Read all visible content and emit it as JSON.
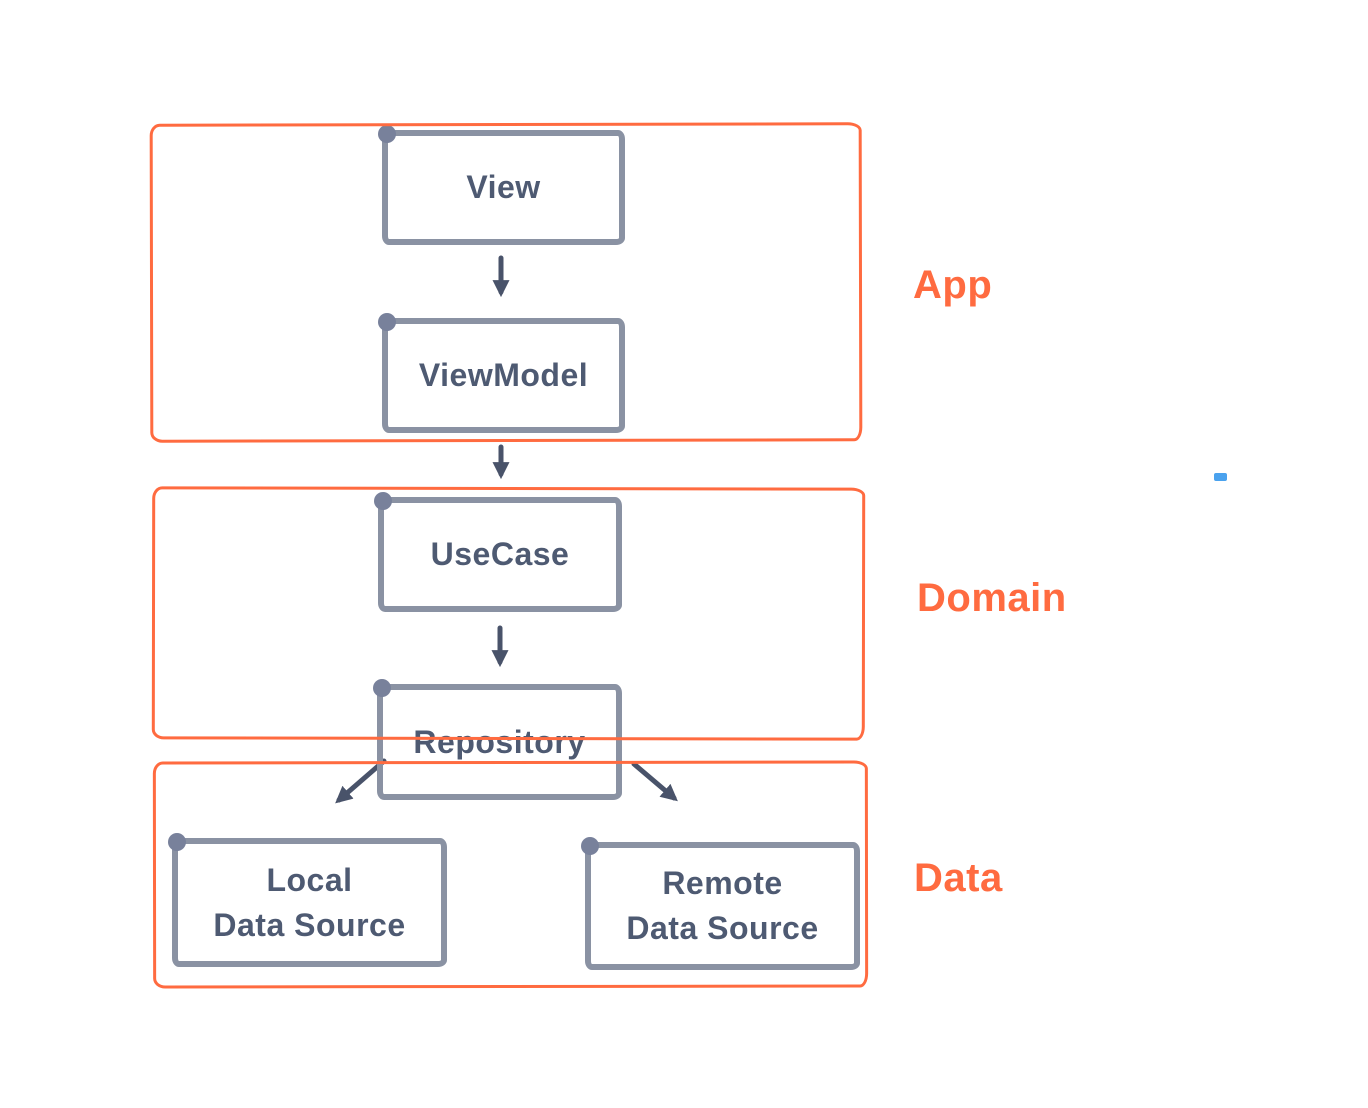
{
  "diagram": {
    "layers": [
      {
        "label": "App"
      },
      {
        "label": "Domain"
      },
      {
        "label": "Data"
      }
    ],
    "nodes": [
      {
        "id": "view",
        "label": "View",
        "layer": "App"
      },
      {
        "id": "viewmodel",
        "label": "ViewModel",
        "layer": "App"
      },
      {
        "id": "usecase",
        "label": "UseCase",
        "layer": "Domain"
      },
      {
        "id": "repository",
        "label": "Repository",
        "layer": "Domain"
      },
      {
        "id": "local-data-source",
        "label": "Local\nData Source",
        "layer": "Data"
      },
      {
        "id": "remote-data-source",
        "label": "Remote\nData Source",
        "layer": "Data"
      }
    ],
    "edges": [
      {
        "from": "View",
        "to": "ViewModel"
      },
      {
        "from": "ViewModel",
        "to": "UseCase"
      },
      {
        "from": "UseCase",
        "to": "Repository"
      },
      {
        "from": "Repository",
        "to": "Local Data Source"
      },
      {
        "from": "Repository",
        "to": "Remote Data Source"
      }
    ],
    "colors": {
      "layer_border": "#ff6b40",
      "layer_label": "#ff6b40",
      "node_border": "#8a92a3",
      "node_text": "#4e5a72",
      "arrow": "#49536a",
      "stray_mark": "#4aa2ee",
      "background": "#ffffff"
    }
  }
}
